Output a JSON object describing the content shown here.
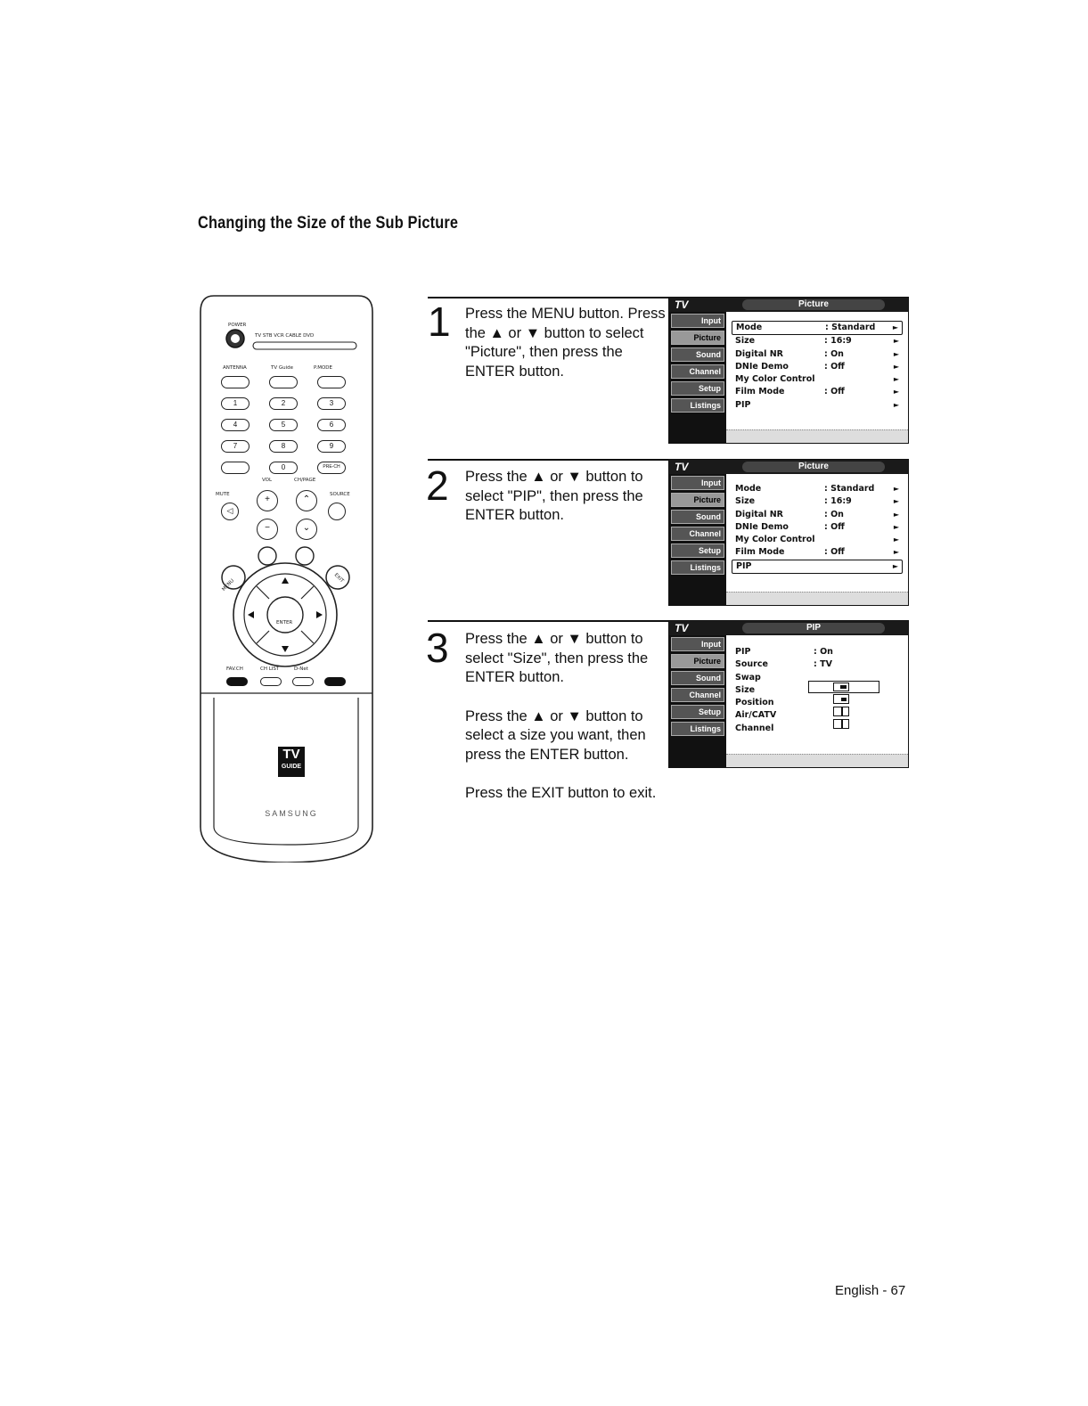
{
  "page_title": "Changing the Size of the Sub Picture",
  "remote": {
    "power": "POWER",
    "modes": "TV  STB  VCR  CABLE  DVD",
    "antenna": "ANTENNA",
    "tvguide": "TV Guide",
    "pmode": "P.MODE",
    "digits": [
      "1",
      "2",
      "3",
      "4",
      "5",
      "6",
      "7",
      "8",
      "9"
    ],
    "zero": "0",
    "prech": "PRE-CH",
    "vol": "VOL",
    "chpage": "CH/PAGE",
    "mute": "MUTE",
    "source": "SOURCE",
    "menu": "MENU",
    "exit": "EXIT",
    "enter": "ENTER",
    "favch": "FAV.CH",
    "chlist": "CH LIST",
    "dnet": "D-Net",
    "logo_top": "TV",
    "logo_bottom": "GUIDE",
    "brand": "SAMSUNG"
  },
  "steps": [
    {
      "number": "1",
      "paragraphs": [
        "Press the MENU button. Press the ▲ or ▼ button to select \"Picture\", then press the ENTER button."
      ]
    },
    {
      "number": "2",
      "paragraphs": [
        "Press the ▲ or ▼ button to select \"PIP\", then press the ENTER button."
      ]
    },
    {
      "number": "3",
      "paragraphs": [
        "Press the ▲ or ▼ button to select \"Size\", then press the ENTER button.",
        "Press the ▲ or ▼ button to select a size you want, then press the ENTER button."
      ]
    }
  ],
  "exit_text": "Press the EXIT button to exit.",
  "screens": [
    {
      "header": "TV",
      "title": "Picture",
      "tabs": [
        "Input",
        "Picture",
        "Sound",
        "Channel",
        "Setup",
        "Listings"
      ],
      "rows": [
        {
          "label": "Mode",
          "value": ": Standard",
          "arrow": "►"
        },
        {
          "label": "Size",
          "value": ": 16:9",
          "arrow": "►"
        },
        {
          "label": "Digital NR",
          "value": ": On",
          "arrow": "►"
        },
        {
          "label": "DNIe Demo",
          "value": ": Off",
          "arrow": "►"
        },
        {
          "label": "My Color Control",
          "value": "",
          "arrow": "►"
        },
        {
          "label": "Film Mode",
          "value": ": Off",
          "arrow": "►"
        },
        {
          "label": "PIP",
          "value": "",
          "arrow": "►"
        }
      ]
    },
    {
      "header": "TV",
      "title": "Picture",
      "tabs": [
        "Input",
        "Picture",
        "Sound",
        "Channel",
        "Setup",
        "Listings"
      ],
      "rows": [
        {
          "label": "Mode",
          "value": ": Standard",
          "arrow": "►"
        },
        {
          "label": "Size",
          "value": ": 16:9",
          "arrow": "►"
        },
        {
          "label": "Digital NR",
          "value": ": On",
          "arrow": "►"
        },
        {
          "label": "DNIe Demo",
          "value": ": Off",
          "arrow": "►"
        },
        {
          "label": "My Color Control",
          "value": "",
          "arrow": "►"
        },
        {
          "label": "Film Mode",
          "value": ": Off",
          "arrow": "►"
        },
        {
          "label": "PIP",
          "value": "",
          "arrow": "►"
        }
      ]
    },
    {
      "header": "TV",
      "title": "PIP",
      "tabs": [
        "Input",
        "Picture",
        "Sound",
        "Channel",
        "Setup",
        "Listings"
      ],
      "rows": [
        {
          "label": "PIP",
          "value": ": On",
          "arrow": ""
        },
        {
          "label": "Source",
          "value": ": TV",
          "arrow": ""
        },
        {
          "label": "Swap",
          "value": "",
          "arrow": ""
        },
        {
          "label": "Size",
          "value": "",
          "arrow": ""
        },
        {
          "label": "Position",
          "value": "",
          "arrow": ""
        },
        {
          "label": "Air/CATV",
          "value": "",
          "arrow": ""
        },
        {
          "label": "Channel",
          "value": "",
          "arrow": ""
        }
      ]
    }
  ],
  "footer": "English - 67"
}
